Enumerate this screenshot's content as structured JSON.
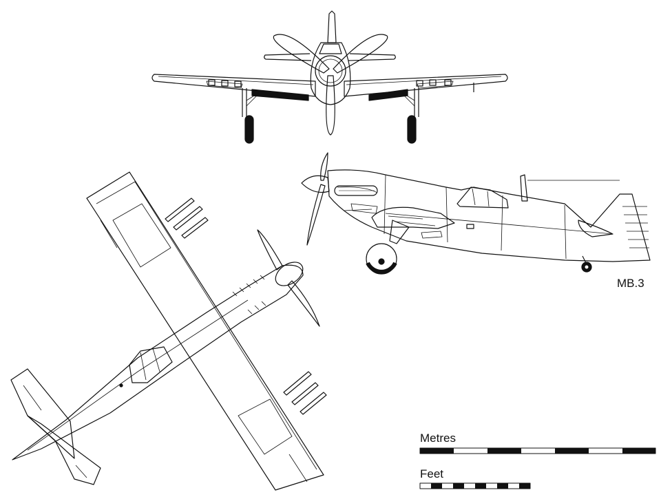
{
  "aircraft_label": "MB.3",
  "scale_bars": {
    "metres_label": "Metres",
    "feet_label": "Feet"
  }
}
